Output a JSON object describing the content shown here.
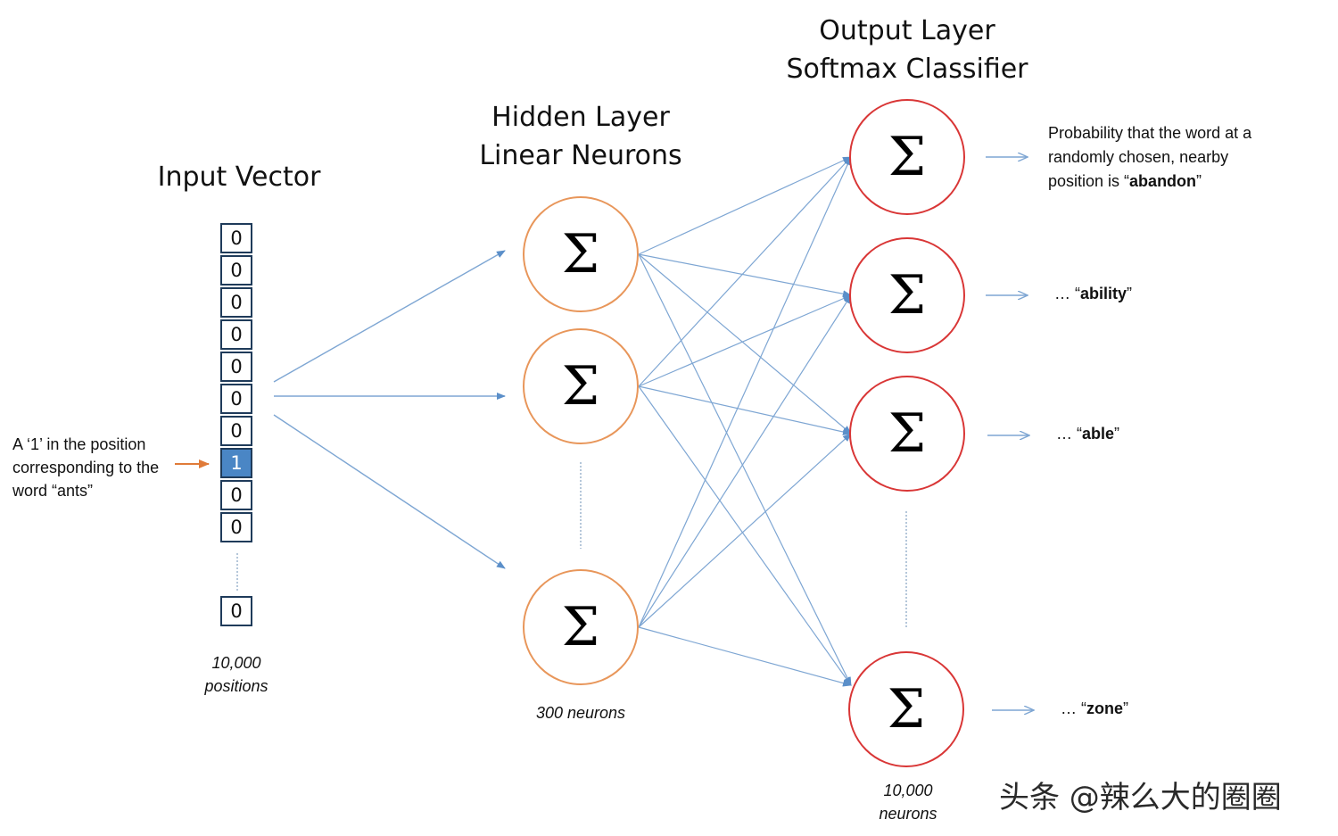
{
  "headings": {
    "input": "Input Vector",
    "hidden_line1": "Hidden Layer",
    "hidden_line2": "Linear Neurons",
    "output_line1": "Output Layer",
    "output_line2": "Softmax Classifier"
  },
  "input_vector": {
    "cells": [
      "0",
      "0",
      "0",
      "0",
      "0",
      "0",
      "0",
      "1",
      "0",
      "0"
    ],
    "hot_index": 7,
    "last_cell": "0",
    "caption_line1": "10,000",
    "caption_line2": "positions"
  },
  "input_annotation": {
    "line1": "A ‘1’ in the position",
    "line2": "corresponding to the",
    "line3": "word “ants”"
  },
  "hidden_layer": {
    "symbol": "Σ",
    "caption": "300 neurons"
  },
  "output_layer": {
    "symbol": "Σ",
    "caption_line1": "10,000",
    "caption_line2": "neurons"
  },
  "outputs": {
    "first_line1": "Probability that the word at a",
    "first_line2": "randomly chosen, nearby",
    "first_line3_prefix": "position is “",
    "first_word": "abandon",
    "first_suffix": "”",
    "items": [
      {
        "prefix": "… “",
        "word": "ability",
        "suffix": "”"
      },
      {
        "prefix": "… “",
        "word": "able",
        "suffix": "”"
      },
      {
        "prefix": "… “",
        "word": "zone",
        "suffix": "”"
      }
    ]
  },
  "colors": {
    "edge": "#7ea6d3",
    "hidden_border": "#e8965a",
    "output_border": "#d93636",
    "hot_cell": "#4a86c5",
    "annotation_arrow": "#e07b39"
  },
  "watermark": "头条 @辣么大的圈圈"
}
